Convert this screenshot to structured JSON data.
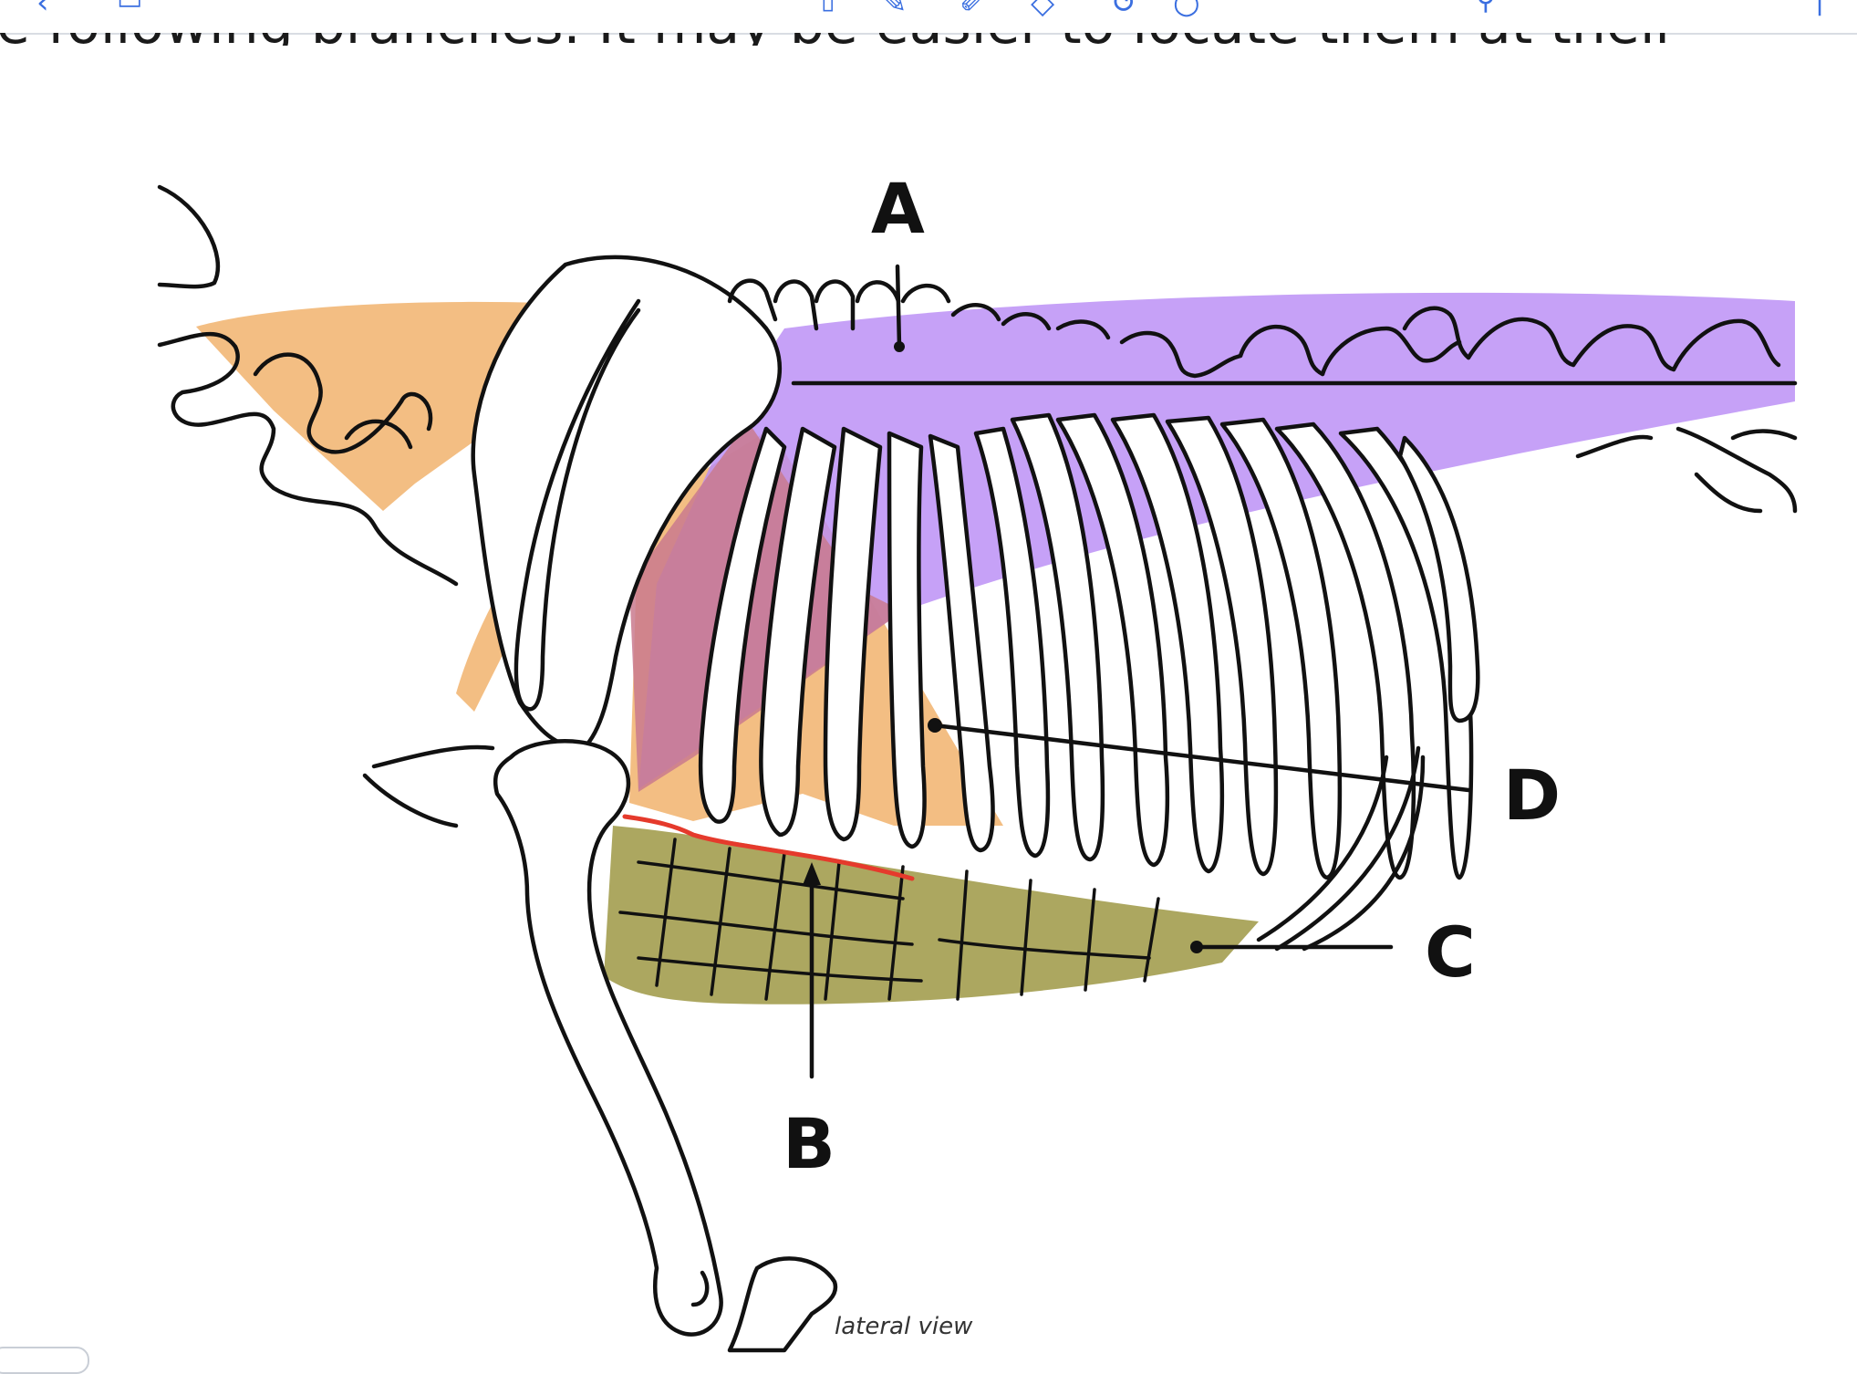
{
  "document": {
    "clipped_text": "e following branches. It may be easier to locate them at their"
  },
  "figure": {
    "labels": {
      "a": "A",
      "b": "B",
      "c": "C",
      "d": "D"
    },
    "caption": "lateral view",
    "colors": {
      "purple_region": "#b98cf5",
      "orange_region": "#f2b878",
      "red_region": "#c97a8e",
      "olive_region": "#a19b4a",
      "red_line": "#e53a2c",
      "outline": "#111111"
    }
  },
  "toolbar": {
    "icons": [
      "back-icon",
      "page-icon",
      "pen-icon",
      "highlighter-icon",
      "eraser-icon",
      "lasso-icon",
      "shape-icon",
      "microphone-icon",
      "more-icon"
    ]
  }
}
